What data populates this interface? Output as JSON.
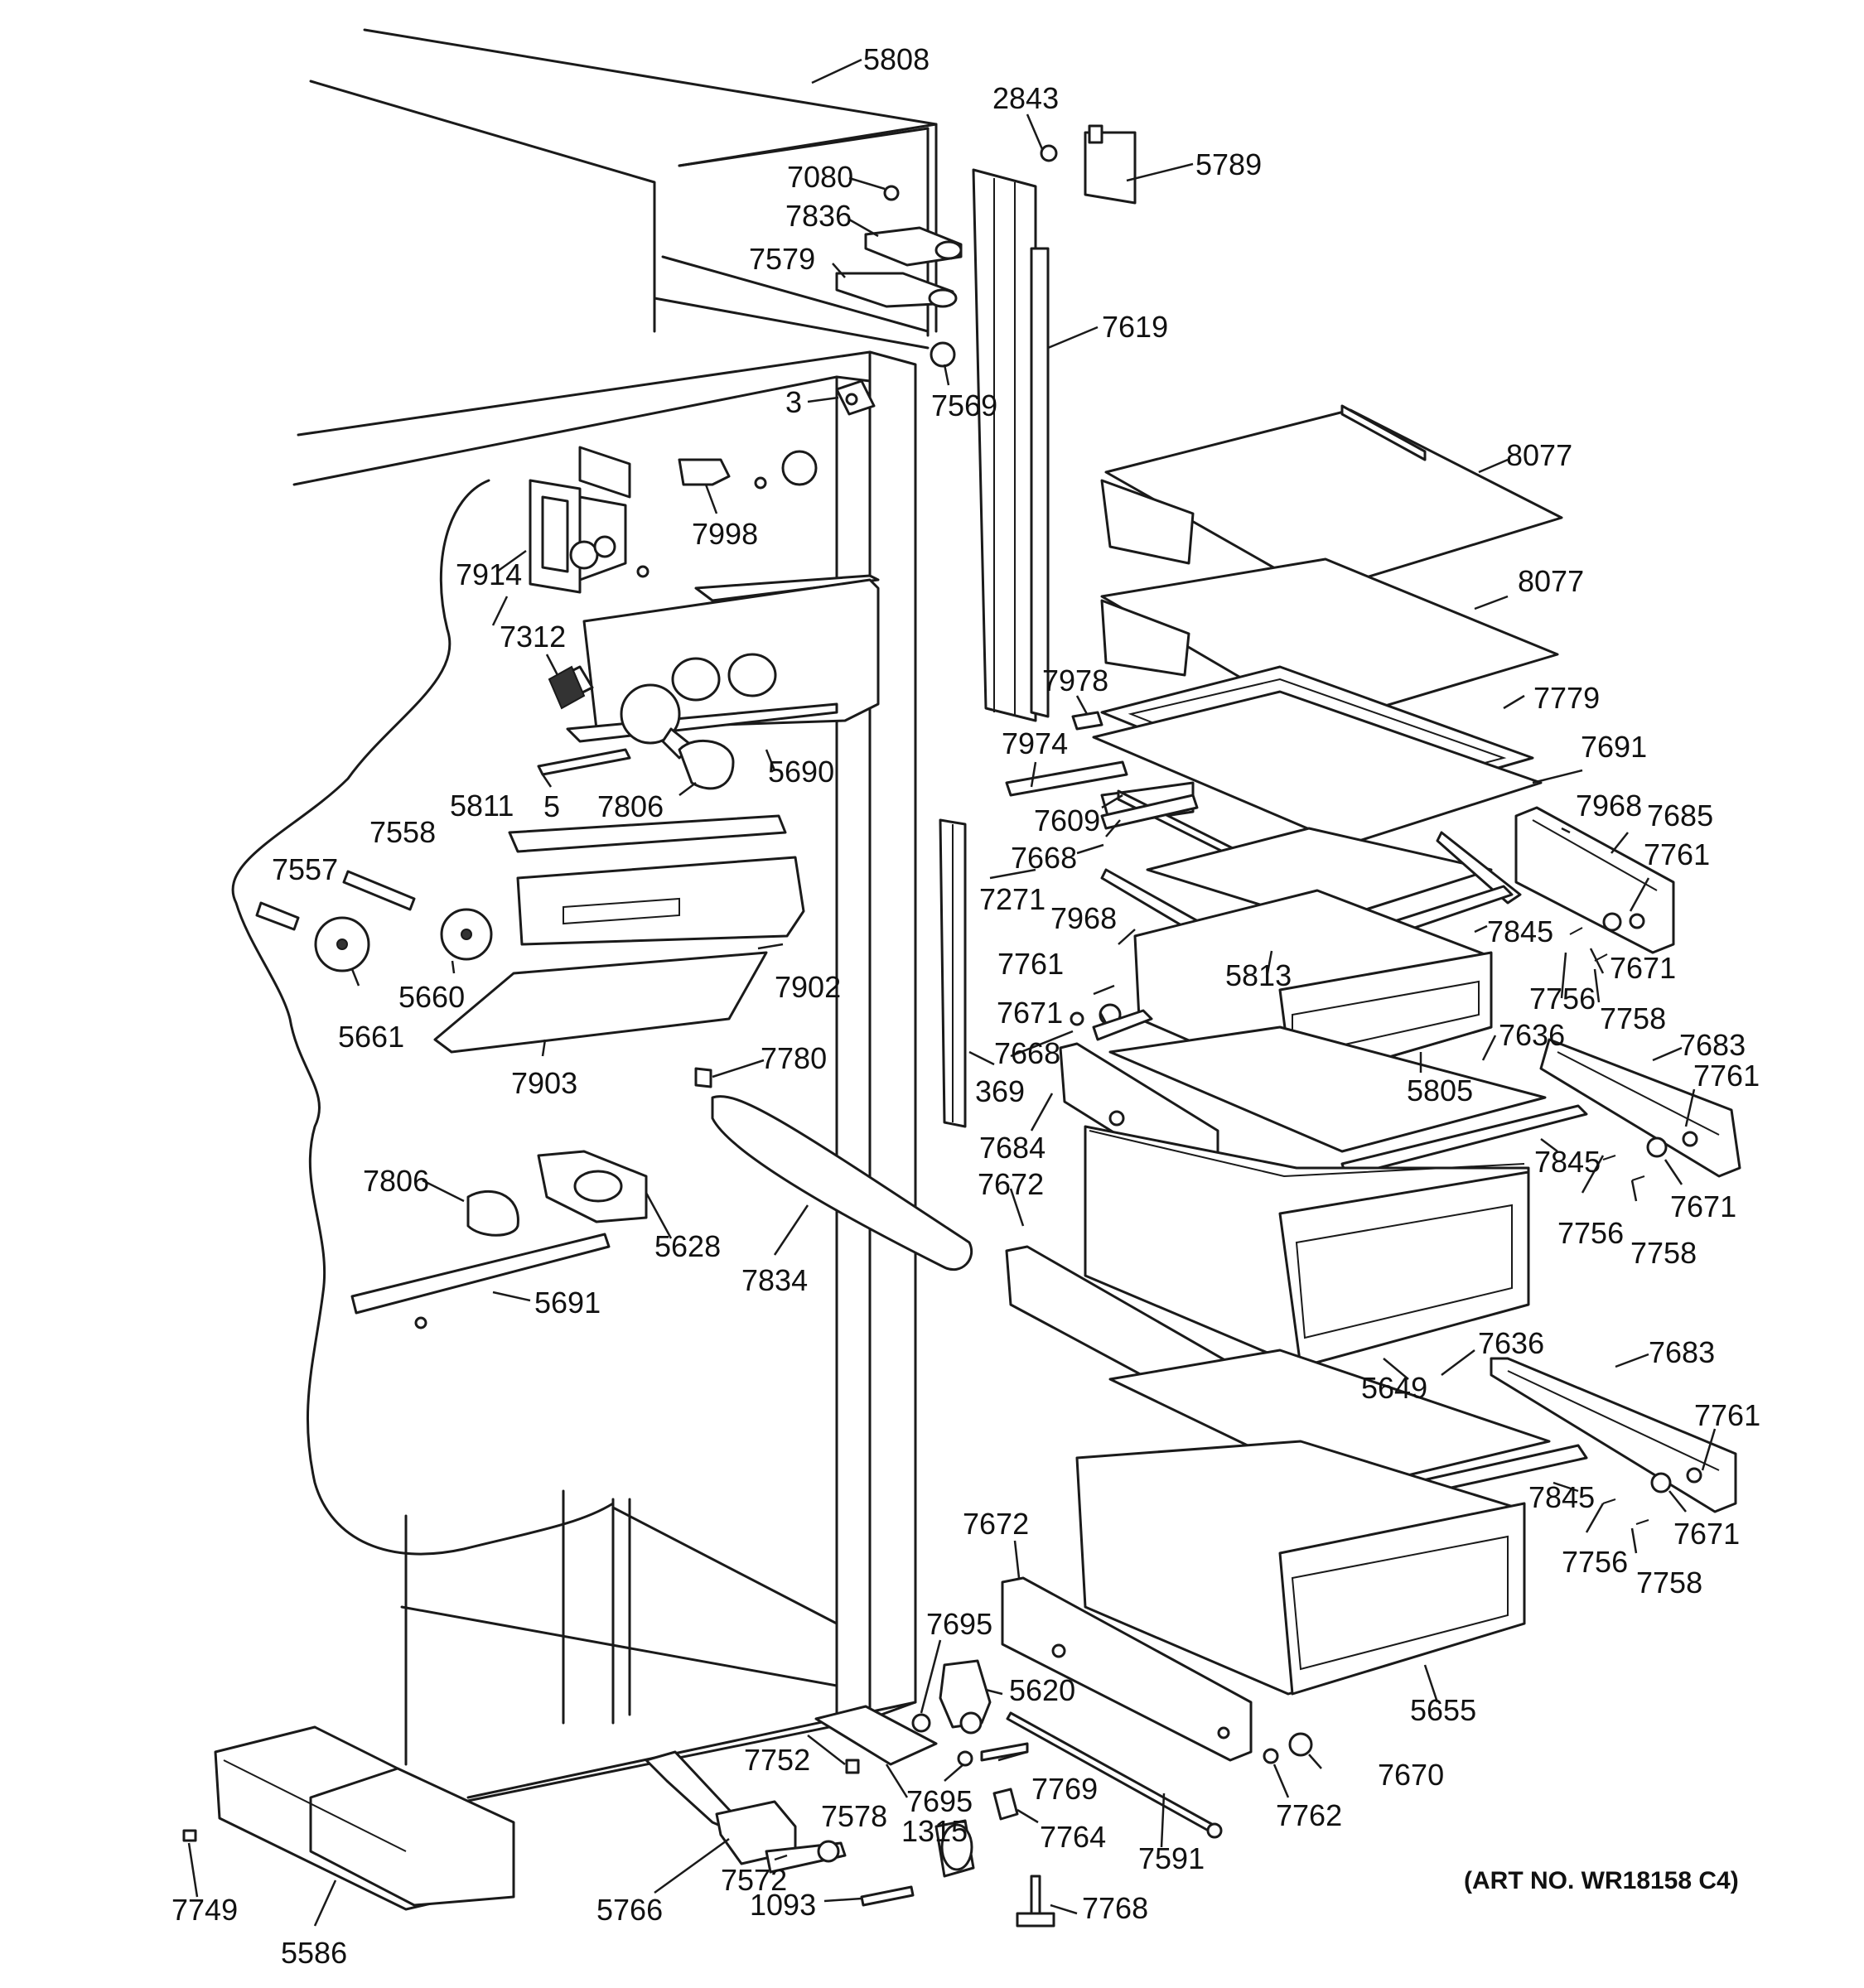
{
  "art_number": "(ART NO. WR18158 C4)",
  "callouts": [
    {
      "id": "c-5808",
      "text": "5808"
    },
    {
      "id": "c-2843",
      "text": "2843"
    },
    {
      "id": "c-5789",
      "text": "5789"
    },
    {
      "id": "c-7080",
      "text": "7080"
    },
    {
      "id": "c-7836",
      "text": "7836"
    },
    {
      "id": "c-7579",
      "text": "7579"
    },
    {
      "id": "c-7619",
      "text": "7619"
    },
    {
      "id": "c-7569",
      "text": "7569"
    },
    {
      "id": "c-3",
      "text": "3"
    },
    {
      "id": "c-8077a",
      "text": "8077"
    },
    {
      "id": "c-7998",
      "text": "7998"
    },
    {
      "id": "c-7914",
      "text": "7914"
    },
    {
      "id": "c-8077b",
      "text": "8077"
    },
    {
      "id": "c-7312",
      "text": "7312"
    },
    {
      "id": "c-7978",
      "text": "7978"
    },
    {
      "id": "c-7779",
      "text": "7779"
    },
    {
      "id": "c-7974",
      "text": "7974"
    },
    {
      "id": "c-7691",
      "text": "7691"
    },
    {
      "id": "c-5690",
      "text": "5690"
    },
    {
      "id": "c-5811",
      "text": "5811"
    },
    {
      "id": "c-5",
      "text": "5"
    },
    {
      "id": "c-7806a",
      "text": "7806"
    },
    {
      "id": "c-7609",
      "text": "7609"
    },
    {
      "id": "c-7968a",
      "text": "7968"
    },
    {
      "id": "c-7685",
      "text": "7685"
    },
    {
      "id": "c-7558",
      "text": "7558"
    },
    {
      "id": "c-7668a",
      "text": "7668"
    },
    {
      "id": "c-7761a",
      "text": "7761"
    },
    {
      "id": "c-7557",
      "text": "7557"
    },
    {
      "id": "c-7271",
      "text": "7271"
    },
    {
      "id": "c-7968b",
      "text": "7968"
    },
    {
      "id": "c-7845a",
      "text": "7845"
    },
    {
      "id": "c-7761b",
      "text": "7761"
    },
    {
      "id": "c-5813",
      "text": "5813"
    },
    {
      "id": "c-7671a",
      "text": "7671"
    },
    {
      "id": "c-7902",
      "text": "7902"
    },
    {
      "id": "c-5660",
      "text": "5660"
    },
    {
      "id": "c-7756a",
      "text": "7756"
    },
    {
      "id": "c-7671b",
      "text": "7671"
    },
    {
      "id": "c-7758a",
      "text": "7758"
    },
    {
      "id": "c-5661",
      "text": "5661"
    },
    {
      "id": "c-7636a",
      "text": "7636"
    },
    {
      "id": "c-7668b",
      "text": "7668"
    },
    {
      "id": "c-7683a",
      "text": "7683"
    },
    {
      "id": "c-7780",
      "text": "7780"
    },
    {
      "id": "c-369",
      "text": "369"
    },
    {
      "id": "c-5805",
      "text": "5805"
    },
    {
      "id": "c-7761c",
      "text": "7761"
    },
    {
      "id": "c-7903",
      "text": "7903"
    },
    {
      "id": "c-7684",
      "text": "7684"
    },
    {
      "id": "c-7845b",
      "text": "7845"
    },
    {
      "id": "c-7806b",
      "text": "7806"
    },
    {
      "id": "c-7672a",
      "text": "7672"
    },
    {
      "id": "c-7671c",
      "text": "7671"
    },
    {
      "id": "c-7756b",
      "text": "7756"
    },
    {
      "id": "c-5628",
      "text": "5628"
    },
    {
      "id": "c-7758b",
      "text": "7758"
    },
    {
      "id": "c-7834",
      "text": "7834"
    },
    {
      "id": "c-5691",
      "text": "5691"
    },
    {
      "id": "c-7636b",
      "text": "7636"
    },
    {
      "id": "c-7683b",
      "text": "7683"
    },
    {
      "id": "c-5649",
      "text": "5649"
    },
    {
      "id": "c-7761d",
      "text": "7761"
    },
    {
      "id": "c-7845c",
      "text": "7845"
    },
    {
      "id": "c-7671d",
      "text": "7671"
    },
    {
      "id": "c-7672b",
      "text": "7672"
    },
    {
      "id": "c-7756c",
      "text": "7756"
    },
    {
      "id": "c-7758c",
      "text": "7758"
    },
    {
      "id": "c-7695a",
      "text": "7695"
    },
    {
      "id": "c-5620",
      "text": "5620"
    },
    {
      "id": "c-5655",
      "text": "5655"
    },
    {
      "id": "c-7752",
      "text": "7752"
    },
    {
      "id": "c-7578",
      "text": "7578"
    },
    {
      "id": "c-7695b",
      "text": "7695"
    },
    {
      "id": "c-7769",
      "text": "7769"
    },
    {
      "id": "c-7670",
      "text": "7670"
    },
    {
      "id": "c-7762",
      "text": "7762"
    },
    {
      "id": "c-1315",
      "text": "1315"
    },
    {
      "id": "c-7764",
      "text": "7764"
    },
    {
      "id": "c-7591",
      "text": "7591"
    },
    {
      "id": "c-7749",
      "text": "7749"
    },
    {
      "id": "c-7572",
      "text": "7572"
    },
    {
      "id": "c-5766",
      "text": "5766"
    },
    {
      "id": "c-1093",
      "text": "1093"
    },
    {
      "id": "c-7768",
      "text": "7768"
    },
    {
      "id": "c-5586",
      "text": "5586"
    }
  ]
}
